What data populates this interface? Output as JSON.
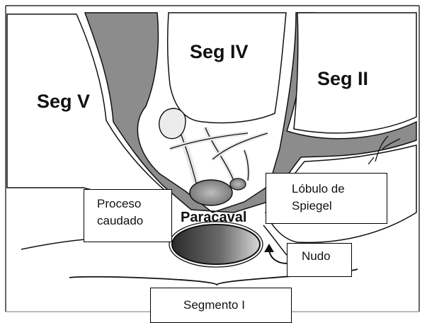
{
  "labels": {
    "seg_v": "Seg V",
    "seg_iv": "Seg IV",
    "seg_ii": "Seg II",
    "paracaval": "Paracaval",
    "proceso_line1": "Proceso",
    "proceso_line2": "caudado",
    "spiegel_line1": "Lóbulo de",
    "spiegel_line2": "Spiegel",
    "nudo": "Nudo",
    "segmento_i": "Segmento I"
  },
  "colors": {
    "parenchyma_dark": "#8c8c8c",
    "lobe_light": "#ffffff",
    "outline": "#111111"
  }
}
